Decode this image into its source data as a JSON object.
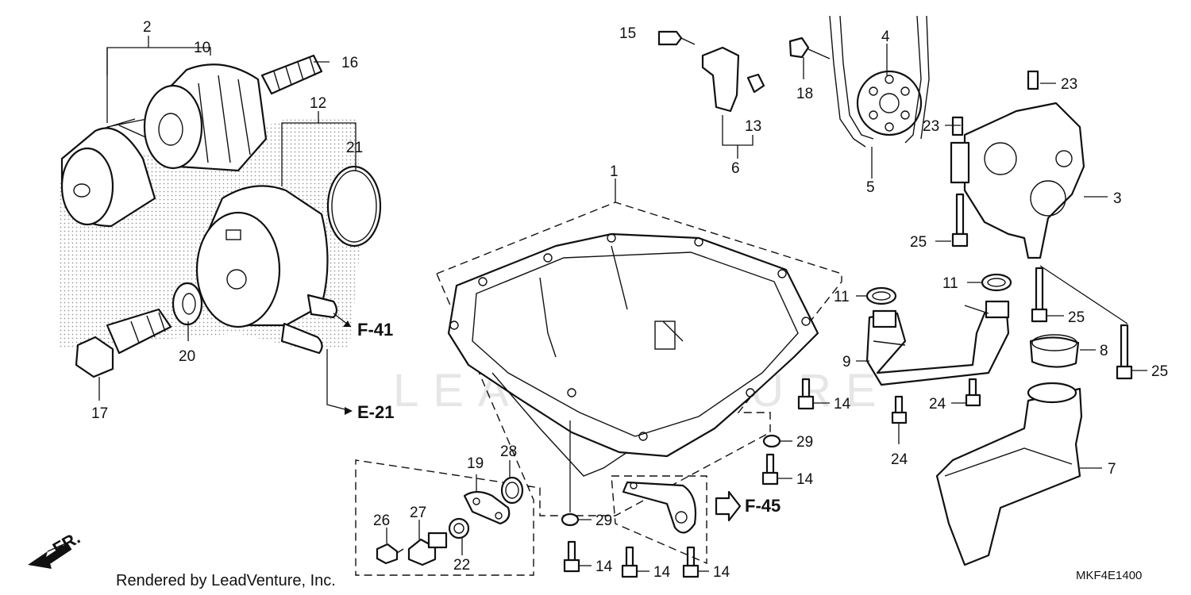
{
  "diagram": {
    "callouts": [
      {
        "id": "c1",
        "text": "1"
      },
      {
        "id": "c2",
        "text": "2"
      },
      {
        "id": "c3",
        "text": "3"
      },
      {
        "id": "c4",
        "text": "4"
      },
      {
        "id": "c5",
        "text": "5"
      },
      {
        "id": "c6",
        "text": "6"
      },
      {
        "id": "c7",
        "text": "7"
      },
      {
        "id": "c8",
        "text": "8"
      },
      {
        "id": "c9",
        "text": "9"
      },
      {
        "id": "c10",
        "text": "10"
      },
      {
        "id": "c11a",
        "text": "11"
      },
      {
        "id": "c11b",
        "text": "11"
      },
      {
        "id": "c12",
        "text": "12"
      },
      {
        "id": "c13",
        "text": "13"
      },
      {
        "id": "c14a",
        "text": "14"
      },
      {
        "id": "c14b",
        "text": "14"
      },
      {
        "id": "c14c",
        "text": "14"
      },
      {
        "id": "c14d",
        "text": "14"
      },
      {
        "id": "c14e",
        "text": "14"
      },
      {
        "id": "c15",
        "text": "15"
      },
      {
        "id": "c16",
        "text": "16"
      },
      {
        "id": "c17",
        "text": "17"
      },
      {
        "id": "c18",
        "text": "18"
      },
      {
        "id": "c19",
        "text": "19"
      },
      {
        "id": "c20",
        "text": "20"
      },
      {
        "id": "c21",
        "text": "21"
      },
      {
        "id": "c22",
        "text": "22"
      },
      {
        "id": "c23a",
        "text": "23"
      },
      {
        "id": "c23b",
        "text": "23"
      },
      {
        "id": "c24a",
        "text": "24"
      },
      {
        "id": "c24b",
        "text": "24"
      },
      {
        "id": "c25a",
        "text": "25"
      },
      {
        "id": "c25b",
        "text": "25"
      },
      {
        "id": "c25c",
        "text": "25"
      },
      {
        "id": "c26",
        "text": "26"
      },
      {
        "id": "c27",
        "text": "27"
      },
      {
        "id": "c28",
        "text": "28"
      },
      {
        "id": "c29a",
        "text": "29"
      },
      {
        "id": "c29b",
        "text": "29"
      }
    ],
    "references": {
      "f41": "F-41",
      "e21": "E-21",
      "f45": "F-45"
    },
    "direction": "FR.",
    "footer": "Rendered by LeadVenture, Inc.",
    "diagram_code": "MKF4E1400",
    "watermark": "LEADVENTURE"
  }
}
